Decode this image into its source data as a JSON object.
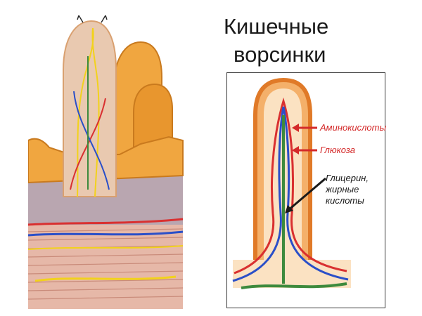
{
  "title": {
    "line1": "Кишечные",
    "line2": "ворсинки"
  },
  "labels": {
    "amino": "Аминокислоты",
    "glucose": "Глюкоза",
    "fat_line1": "Глицерин,",
    "fat_line2": "жирные",
    "fat_line3": "кислоты"
  },
  "colors": {
    "villus_tissue": "#f0a640",
    "epithelium": "#e07a28",
    "artery": "#d93030",
    "vein": "#2a4fc8",
    "lacteal": "#3d8a3d",
    "nerve": "#f2d21c",
    "label_red": "#d42a2a"
  }
}
